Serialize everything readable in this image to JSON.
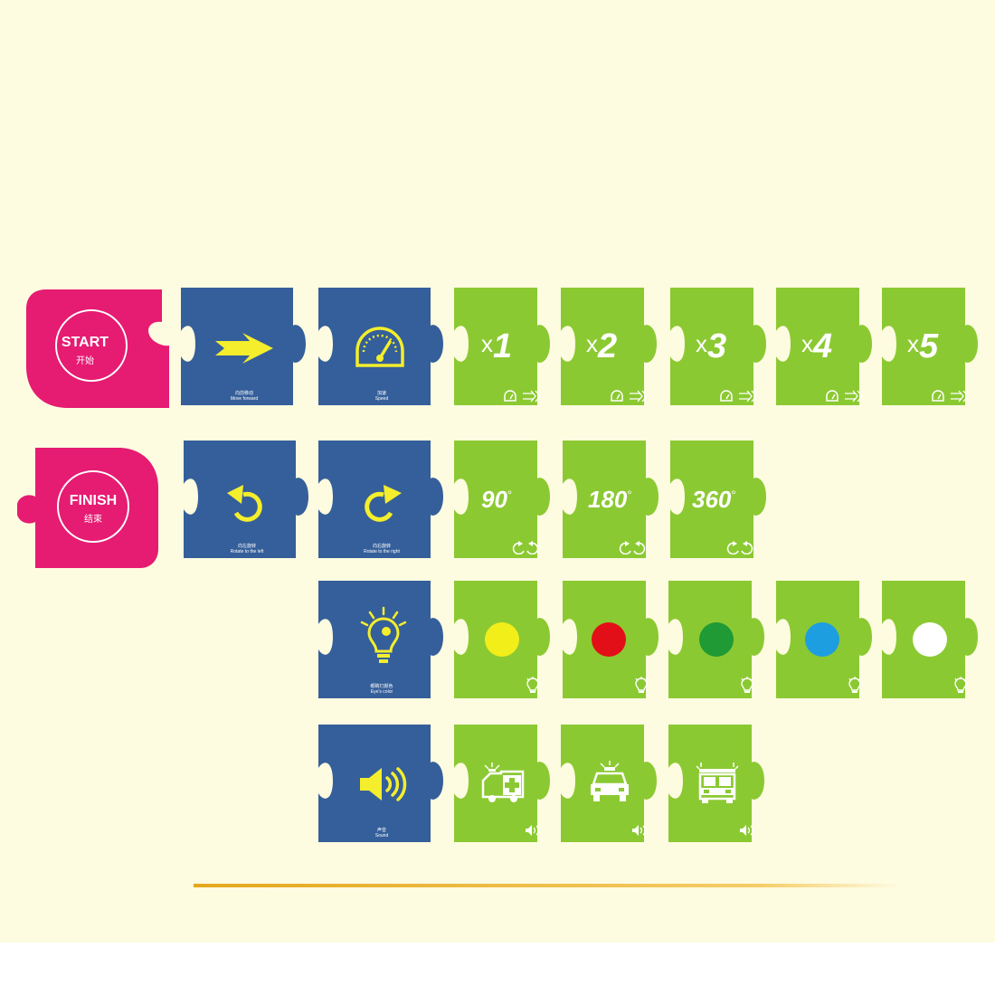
{
  "colors": {
    "background": "#fdfbe0",
    "magenta": "#e61b72",
    "blue": "#355f9a",
    "green": "#8bc932",
    "icon_yellow": "#f4ee2c",
    "divider": "#e4a81e"
  },
  "start_card": {
    "title": "START",
    "subtitle": "开始"
  },
  "finish_card": {
    "title": "FINISH",
    "subtitle": "结束"
  },
  "commands": {
    "move_forward": {
      "icon": "arrow-right-icon",
      "label_cn": "向前移动",
      "label_en": "Move forward"
    },
    "speed": {
      "icon": "speedometer-icon",
      "label_cn": "加速",
      "label_en": "Speed"
    },
    "rotate_left": {
      "icon": "rotate-left-icon",
      "label_cn": "向左旋转",
      "label_en": "Rotate to the left"
    },
    "rotate_right": {
      "icon": "rotate-right-icon",
      "label_cn": "向右旋转",
      "label_en": "Rotate to the right"
    },
    "eyes_color": {
      "icon": "light-bulb-icon",
      "label_cn": "眼睛灯颜色",
      "label_en": "Eye's color"
    },
    "sound": {
      "icon": "speaker-icon",
      "label_cn": "声音",
      "label_en": "Sound"
    }
  },
  "speed_values": [
    {
      "x": "x",
      "n": "1"
    },
    {
      "x": "x",
      "n": "2"
    },
    {
      "x": "x",
      "n": "3"
    },
    {
      "x": "x",
      "n": "4"
    },
    {
      "x": "x",
      "n": "5"
    }
  ],
  "rotation_values": [
    {
      "value": "90",
      "unit": "°"
    },
    {
      "value": "180",
      "unit": "°"
    },
    {
      "value": "360",
      "unit": "°"
    }
  ],
  "eye_colors": [
    "#f2ee19",
    "#e30f18",
    "#1f9a35",
    "#1d9ee0",
    "#ffffff"
  ],
  "sound_values": [
    {
      "icon": "ambulance-icon"
    },
    {
      "icon": "police-car-icon"
    },
    {
      "icon": "fire-truck-icon"
    }
  ]
}
